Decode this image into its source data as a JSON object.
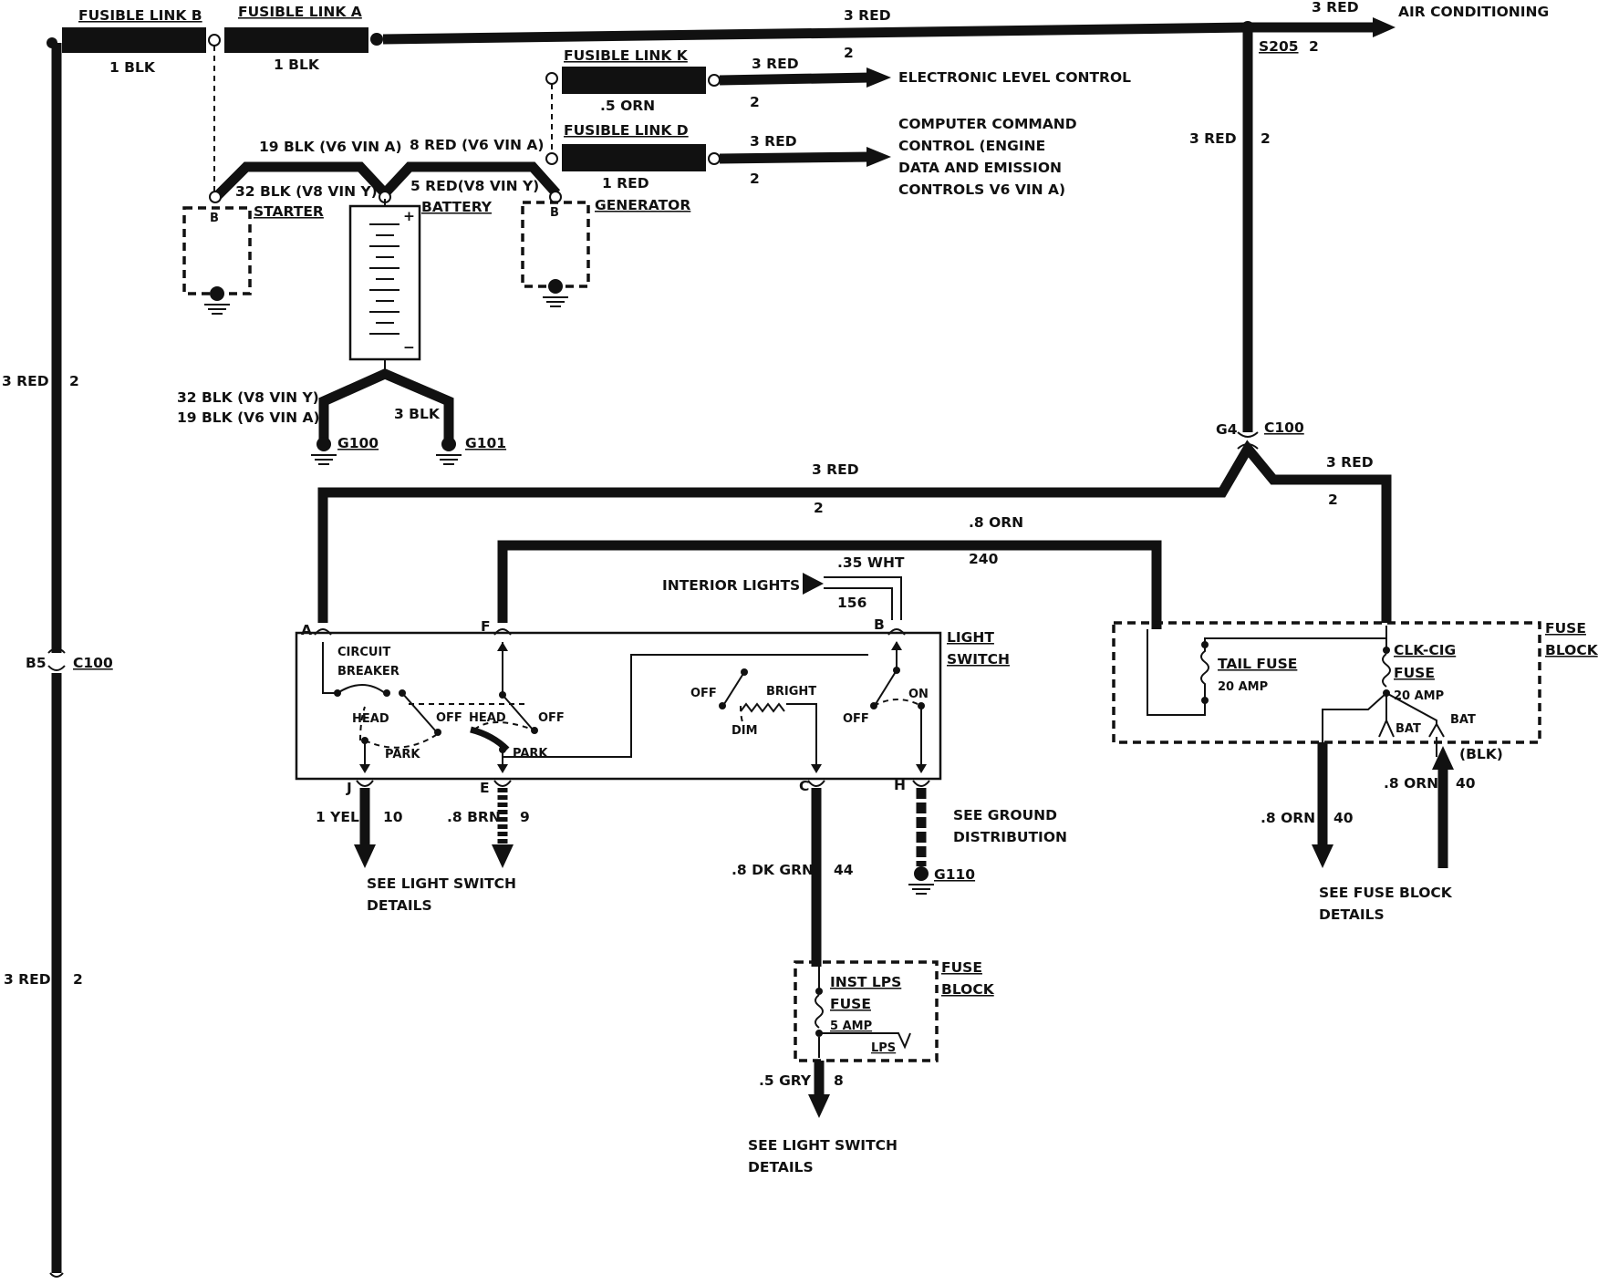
{
  "labels": {
    "fusible_link_b": "FUSIBLE LINK B",
    "fusible_link_a": "FUSIBLE LINK A",
    "blk_b": "1 BLK",
    "blk_a": "1 BLK",
    "top_3red": "3 RED",
    "top_3red_right": "3 RED",
    "air_conditioning": "AIR CONDITIONING",
    "s205": "S205",
    "s205_2": "2",
    "fusible_link_k": "FUSIBLE LINK K",
    "k_2top": "2",
    "k_3red": "3 RED",
    "electronic_level_control": "ELECTRONIC LEVEL CONTROL",
    "k_5orn": ".5 ORN",
    "k_2": "2",
    "fusible_link_d": "FUSIBLE LINK D",
    "d_3red": "3 RED",
    "ccc_1": "COMPUTER COMMAND",
    "ccc_2": "CONTROL (ENGINE",
    "ccc_3": "DATA AND EMISSION",
    "ccc_4": "CONTROLS V6 VIN A)",
    "d_1red": "1 RED",
    "d_2": "2",
    "right_3red": "3 RED",
    "right_2": "2",
    "w19blk": "19 BLK (V6 VIN A)",
    "w8red": "8 RED (V6 VIN A)",
    "w32blk": "32 BLK (V8 VIN Y)",
    "w5red": "5 RED(V8 VIN Y)",
    "starter": "STARTER",
    "battery": "BATTERY",
    "generator": "GENERATOR",
    "b1": "B",
    "b2": "B",
    "plus": "+",
    "minus": "−",
    "g32blk": "32 BLK (V8 VIN Y)",
    "g19blk": "19 BLK (V6 VIN A)",
    "g3blk": "3 BLK",
    "g100": "G100",
    "g101": "G101",
    "left_3red_1": "3 RED",
    "left_2_1": "2",
    "b5": "B5",
    "c100_left": "C100",
    "left_3red_2": "3 RED",
    "left_2_2": "2",
    "g4": "G4",
    "c100_right": "C100",
    "mid_3red": "3 RED",
    "mid_2": "2",
    "r_3red": "3 RED",
    "r_2": "2",
    "orn8": ".8 ORN",
    "n240": "240",
    "wht35": ".35 WHT",
    "n156": "156",
    "interior_lights": "INTERIOR LIGHTS",
    "pin_a": "A",
    "pin_f": "F",
    "pin_b": "B",
    "light_switch_1": "LIGHT",
    "light_switch_2": "SWITCH",
    "circuit": "CIRCUIT",
    "breaker": "BREAKER",
    "head1": "HEAD",
    "off1": "OFF",
    "park1": "PARK",
    "head2": "HEAD",
    "off2": "OFF",
    "park2": "PARK",
    "off3": "OFF",
    "bright": "BRIGHT",
    "dim": "DIM",
    "off4": "OFF",
    "on": "ON",
    "pin_j": "J",
    "pin_e": "E",
    "pin_c": "C",
    "pin_h": "H",
    "yel": "1 YEL",
    "n10": "10",
    "brn": ".8 BRN",
    "n9": "9",
    "see_ls_1a": "SEE LIGHT SWITCH",
    "see_ls_1b": "DETAILS",
    "dkgrn": ".8 DK GRN",
    "n44": "44",
    "see_gd_1": "SEE GROUND",
    "see_gd_2": "DISTRIBUTION",
    "g110": "G110",
    "fb1_1": "FUSE",
    "fb1_2": "BLOCK",
    "inst_lps": "INST LPS",
    "fuse_word": "FUSE",
    "amp5": "5 AMP",
    "lps": "LPS",
    "gry": ".5 GRY",
    "n8": "8",
    "see_ls_2a": "SEE LIGHT SWITCH",
    "see_ls_2b": "DETAILS",
    "fb2_1": "FUSE",
    "fb2_2": "BLOCK",
    "tail_fuse": "TAIL FUSE",
    "tail_amp": "20 AMP",
    "clk_cig": "CLK-CIG",
    "clk_fuse": "FUSE",
    "clk_amp": "20 AMP",
    "bat1": "BAT",
    "bat2": "BAT",
    "blk_paren": "(BLK)",
    "orn_a": ".8 ORN",
    "n40a": "40",
    "orn_b": ".8 ORN",
    "n40b": "40",
    "see_fb_1": "SEE FUSE BLOCK",
    "see_fb_2": "DETAILS"
  }
}
